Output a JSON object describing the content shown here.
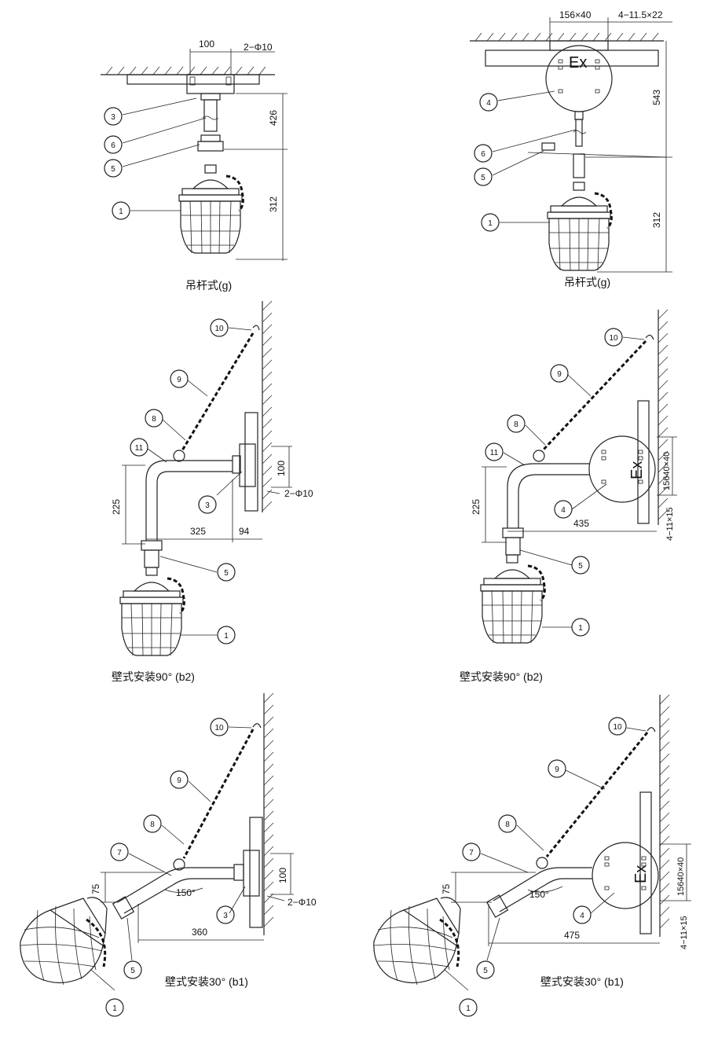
{
  "panels": {
    "p1": {
      "caption": "吊杆式(g)",
      "dims": {
        "top": "100",
        "bolt": "2−Φ10",
        "drop": "426",
        "lamp": "312"
      },
      "callouts": [
        "3",
        "6",
        "5",
        "1"
      ]
    },
    "p2": {
      "caption": "吊杆式(g)",
      "ex": "Ex",
      "dims": {
        "top": "156×40",
        "bolt": "4−11.5×22",
        "drop": "543",
        "lamp": "312"
      },
      "callouts": [
        "4",
        "6",
        "5",
        "1"
      ]
    },
    "p3": {
      "caption": "壁式安装90°  (b2)",
      "dims": {
        "plate": "100",
        "bolt": "2−Φ10",
        "height": "225",
        "arm": "325",
        "wall": "94"
      },
      "callouts": [
        "10",
        "9",
        "8",
        "11",
        "3",
        "5",
        "1"
      ]
    },
    "p4": {
      "caption": "壁式安装90°  (b2)",
      "ex": "Ex",
      "dims": {
        "plate": "15640×40",
        "bolt": "4−11×15",
        "height": "225",
        "arm": "435"
      },
      "callouts": [
        "10",
        "9",
        "8",
        "11",
        "4",
        "5",
        "1"
      ]
    },
    "p5": {
      "caption": "壁式安装30°  (b1)",
      "dims": {
        "plate": "100",
        "bolt": "2−Φ10",
        "offset": "75",
        "angle": "150°",
        "arm": "360"
      },
      "callouts": [
        "10",
        "9",
        "8",
        "7",
        "3",
        "5",
        "1"
      ]
    },
    "p6": {
      "caption": "壁式安装30°  (b1)",
      "ex": "Ex",
      "dims": {
        "plate": "15640×40",
        "bolt": "4−11×15",
        "offset": "75",
        "angle": "150°",
        "arm": "475"
      },
      "callouts": [
        "10",
        "9",
        "8",
        "7",
        "4",
        "5",
        "1"
      ]
    }
  }
}
